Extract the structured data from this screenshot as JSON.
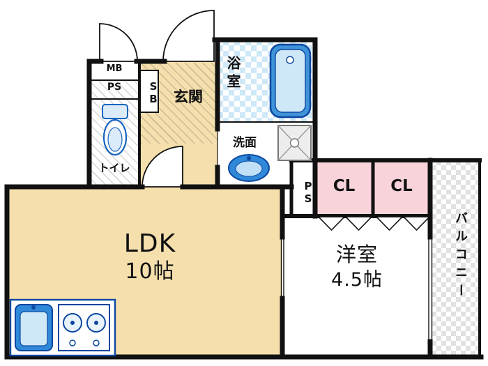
{
  "floorplan": {
    "rooms": {
      "ldk": {
        "label": "LDK",
        "size": "10帖"
      },
      "western_room": {
        "label": "洋室",
        "size": "4.5帖"
      },
      "bathroom": {
        "label": "浴室"
      },
      "washroom": {
        "label": "洗面"
      },
      "entrance": {
        "label": "玄関"
      },
      "toilet": {
        "label": "トイレ"
      },
      "balcony": {
        "label": "バルコニー"
      },
      "closet_left": {
        "label": "CL"
      },
      "closet_right": {
        "label": "CL"
      },
      "meter_box": {
        "label": "MB"
      },
      "pipe_space_top": {
        "label": "PS"
      },
      "pipe_space_side": {
        "label": "PS"
      },
      "shoe_box": {
        "label": "SB"
      }
    },
    "colors": {
      "wall": "#111111",
      "wood_floor": "#f4dfad",
      "closet_pink": "#f9d3da",
      "bath_tile": "#cfe8f7",
      "balcony_tile": "#e1e1e1",
      "fixture_stroke": "#0d47a1",
      "fixture_fill": "#3f93d8"
    }
  }
}
